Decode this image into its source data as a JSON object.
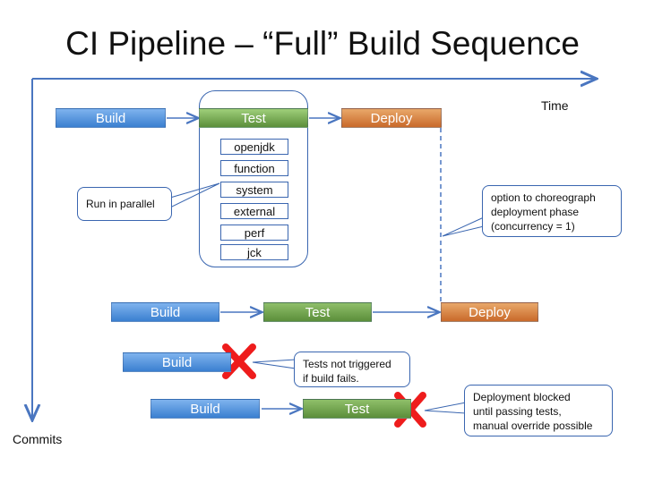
{
  "title": "CI Pipeline – “Full” Build Sequence",
  "axes": {
    "time": "Time",
    "commits": "Commits"
  },
  "stages": {
    "build": "Build",
    "test": "Test",
    "deploy": "Deploy"
  },
  "tests": [
    "openjdk",
    "function",
    "system",
    "external",
    "perf",
    "jck"
  ],
  "callouts": {
    "parallel": "Run in parallel",
    "choreograph": [
      "option to choreograph",
      "deployment phase",
      "(concurrency = 1)"
    ],
    "tests_not_triggered": [
      "Tests not triggered",
      "if build fails."
    ],
    "deployment_blocked": [
      "Deployment blocked",
      "until passing tests,",
      "manual override possible"
    ]
  },
  "colors": {
    "axis": "#4a76c0",
    "build": "#4a88d8",
    "test": "#6f9f4c",
    "deploy": "#d97b35",
    "fail": "#ee1c1c"
  }
}
